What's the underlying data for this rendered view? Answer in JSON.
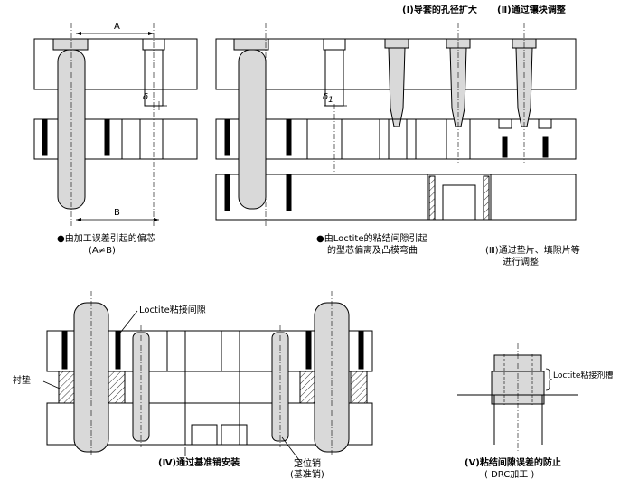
{
  "top_titles": {
    "guide_sleeve": "(Ⅰ)导套的孔径扩大",
    "insert_adjust": "(Ⅱ)通过镶块调整"
  },
  "fig1": {
    "dim_a": "A",
    "dim_b": "B",
    "delta": "δ",
    "caption_line1": "●由加工误差引起的偏芯",
    "caption_line2": "(A≠B)"
  },
  "fig2": {
    "delta1": "δ",
    "delta1_sub": "1",
    "caption_line1": "●由Loctite的粘结间隙引起",
    "caption_line2": "的型芯偏离及凸模弯曲"
  },
  "fig3": {
    "caption_line1": "(Ⅲ)通过垫片、填隙片等",
    "caption_line2": "进行调整"
  },
  "fig4": {
    "loctite_label": "Loctite粘接间隙",
    "liner_label": "衬垫",
    "pin_label_line1": "定位销",
    "pin_label_line2": "(基准销)",
    "caption": "(Ⅳ)通过基准销安装"
  },
  "fig5": {
    "loctite_groove_label": "Loctite粘接剂槽",
    "caption_line1": "(Ⅴ)粘结间隙误差的防止",
    "caption_line2": "( DRC加工 )"
  }
}
